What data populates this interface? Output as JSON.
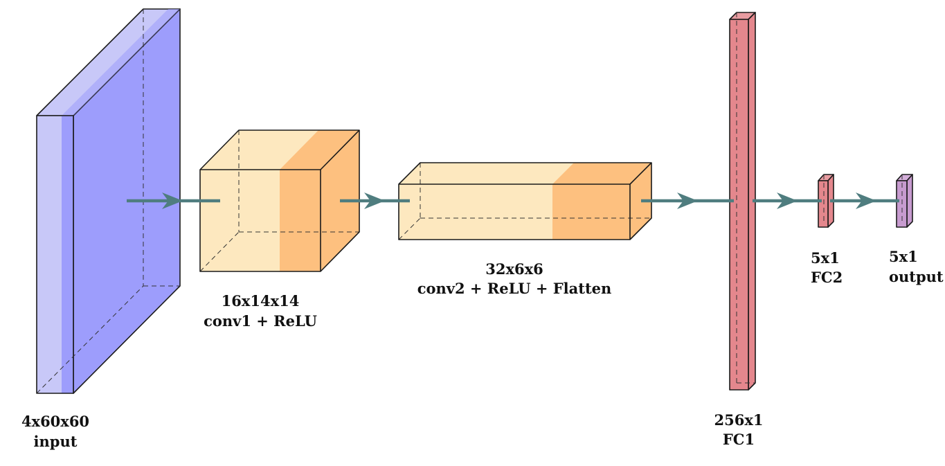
{
  "layers": [
    {
      "id": "input",
      "dims": "4x60x60",
      "name": "input",
      "colors": {
        "front": "#c8c8f8",
        "front_dark": "#9d9dfc",
        "top": "#c8c8f8",
        "side": "#9d9dfc"
      }
    },
    {
      "id": "conv1",
      "dims": "16x14x14",
      "name": "conv1 + ReLU",
      "colors": {
        "front": "#fde8bf",
        "front_dark": "#fdc07f",
        "top": "#fde8bf",
        "side": "#fdc07f"
      }
    },
    {
      "id": "conv2",
      "dims": "32x6x6",
      "name": "conv2 + ReLU + Flatten",
      "colors": {
        "front": "#fde8bf",
        "front_dark": "#fdc07f",
        "top": "#fde8bf",
        "side": "#fdc07f"
      }
    },
    {
      "id": "fc1",
      "dims": "256x1",
      "name": "FC1",
      "colors": {
        "front": "#e4878d",
        "front_dark": "#e4878d",
        "top": "#e89ca1",
        "side": "#e4878d"
      }
    },
    {
      "id": "fc2",
      "dims": "5x1",
      "name": "FC2",
      "colors": {
        "front": "#e4878d",
        "front_dark": "#e4878d",
        "top": "#e89ca1",
        "side": "#e4878d"
      }
    },
    {
      "id": "output",
      "dims": "5x1",
      "name": "output",
      "colors": {
        "front": "#c79bcf",
        "front_dark": "#c79bcf",
        "top": "#d3aed9",
        "side": "#c79bcf"
      }
    }
  ],
  "connection_color": "#4f7d7f"
}
